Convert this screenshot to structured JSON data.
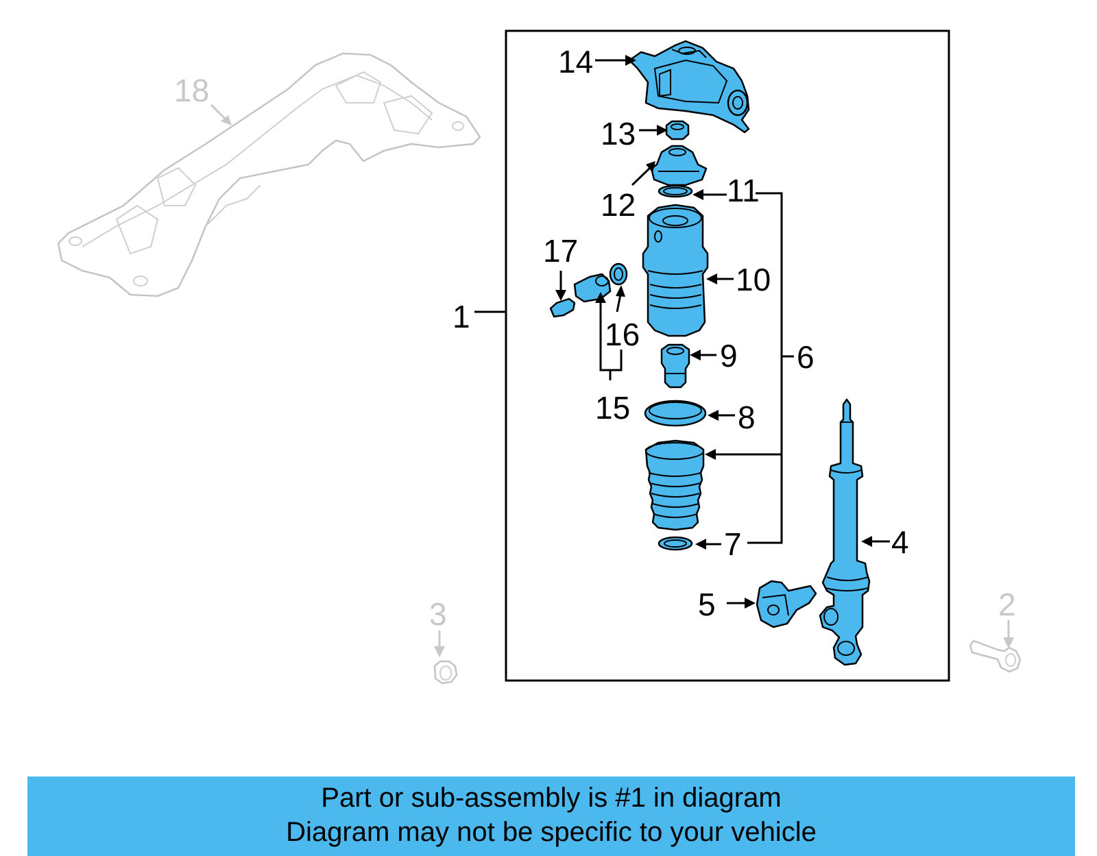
{
  "callouts": {
    "c1": "1",
    "c2": "2",
    "c3": "3",
    "c4": "4",
    "c5": "5",
    "c6": "6",
    "c7": "7",
    "c8": "8",
    "c9": "9",
    "c10": "10",
    "c11": "11",
    "c12": "12",
    "c13": "13",
    "c14": "14",
    "c15": "15",
    "c16": "16",
    "c17": "17",
    "c18": "18"
  },
  "banner": {
    "line1": "Part or sub-assembly is #1 in diagram",
    "line2": "Diagram may not be specific to your vehicle"
  },
  "colors": {
    "highlight": "#4bb9ee",
    "ghost": "#c4c4c4",
    "line": "#000000"
  }
}
